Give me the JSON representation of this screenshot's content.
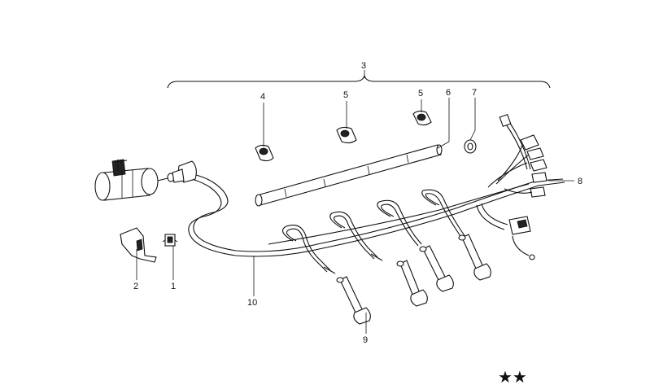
{
  "diagram": {
    "callouts": {
      "c1": "1",
      "c2": "2",
      "c3": "3",
      "c4": "4",
      "c5a": "5",
      "c5b": "5",
      "c6": "6",
      "c7": "7",
      "c8": "8",
      "c9": "9",
      "c10": "10"
    },
    "marks": {
      "symbol": "★★"
    },
    "colors": {
      "line": "#111111",
      "background": "#ffffff"
    }
  }
}
